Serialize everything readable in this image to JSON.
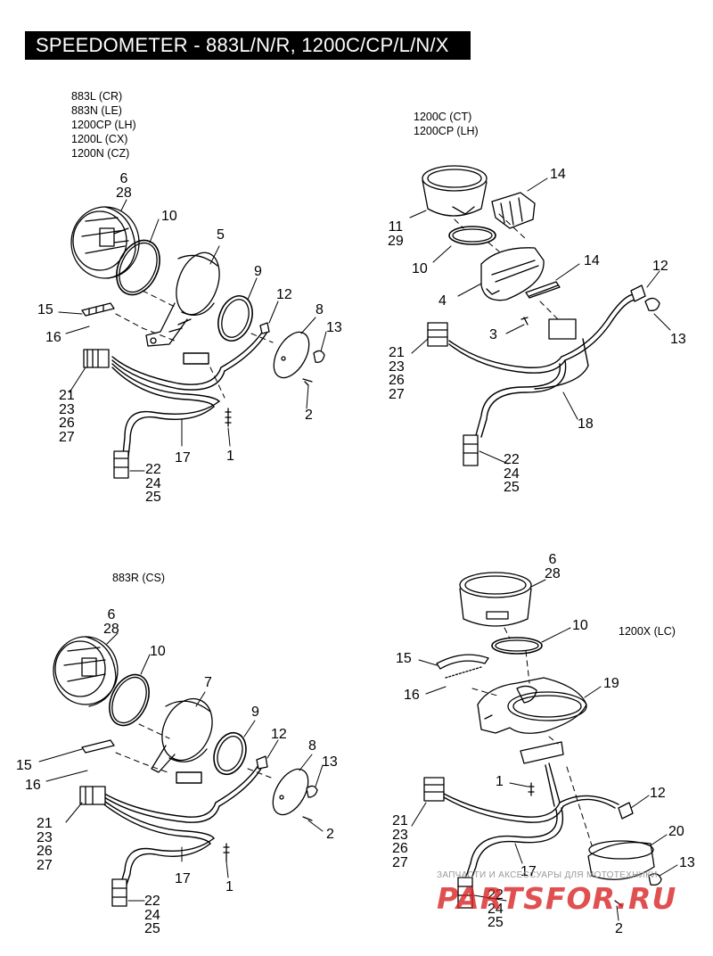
{
  "title": "SPEEDOMETER - 883L/N/R, 1200C/CP/L/N/X",
  "panels": {
    "top_left": {
      "models": [
        "883L (CR)",
        "883N (LE)",
        "1200CP (LH)",
        "1200L (CX)",
        "1200N (CZ)"
      ],
      "callouts": {
        "c6_28": [
          "6",
          "28"
        ],
        "c10": "10",
        "c5": "5",
        "c9": "9",
        "c12": "12",
        "c8": "8",
        "c13": "13",
        "c15": "15",
        "c16": "16",
        "c2": "2",
        "c21_27": [
          "21",
          "23",
          "26",
          "27"
        ],
        "c17": "17",
        "c1": "1",
        "c22_25": [
          "22",
          "24",
          "25"
        ]
      }
    },
    "top_right": {
      "models": [
        "1200C (CT)",
        "1200CP (LH)"
      ],
      "callouts": {
        "c14a": "14",
        "c11_29": [
          "11",
          "29"
        ],
        "c10": "10",
        "c14b": "14",
        "c12": "12",
        "c4": "4",
        "c3": "3",
        "c13": "13",
        "c21_27": [
          "21",
          "23",
          "26",
          "27"
        ],
        "c18": "18",
        "c22_25": [
          "22",
          "24",
          "25"
        ]
      }
    },
    "bottom_left": {
      "models": [
        "883R (CS)"
      ],
      "callouts": {
        "c6_28": [
          "6",
          "28"
        ],
        "c10": "10",
        "c7": "7",
        "c9": "9",
        "c12": "12",
        "c8": "8",
        "c13": "13",
        "c15": "15",
        "c16": "16",
        "c2": "2",
        "c21_27": [
          "21",
          "23",
          "26",
          "27"
        ],
        "c17": "17",
        "c1": "1",
        "c22_25": [
          "22",
          "24",
          "25"
        ]
      }
    },
    "bottom_right": {
      "models": [
        "1200X (LC)"
      ],
      "callouts": {
        "c6_28": [
          "6",
          "28"
        ],
        "c10": "10",
        "c15": "15",
        "c16": "16",
        "c19": "19",
        "c1": "1",
        "c12": "12",
        "c20": "20",
        "c21_27": [
          "21",
          "23",
          "26",
          "27"
        ],
        "c17": "17",
        "c13": "13",
        "c22_25": [
          "22",
          "24",
          "25"
        ],
        "c2": "2"
      }
    }
  },
  "watermark": {
    "tagline": "ЗАПЧАСТИ И АКСЕССУАРЫ ДЛЯ МОТОТЕХНИКИ",
    "logo": "PARTSFOR.RU"
  }
}
